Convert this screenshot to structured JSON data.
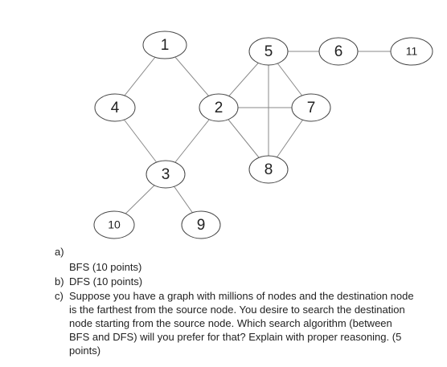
{
  "graph": {
    "nodes": [
      {
        "id": "1",
        "label": "1"
      },
      {
        "id": "4",
        "label": "4"
      },
      {
        "id": "2",
        "label": "2"
      },
      {
        "id": "3",
        "label": "3"
      },
      {
        "id": "10",
        "label": "10"
      },
      {
        "id": "9",
        "label": "9"
      },
      {
        "id": "5",
        "label": "5"
      },
      {
        "id": "6",
        "label": "6"
      },
      {
        "id": "11",
        "label": "11"
      },
      {
        "id": "7",
        "label": "7"
      },
      {
        "id": "8",
        "label": "8"
      }
    ],
    "edges": [
      [
        "1",
        "4"
      ],
      [
        "1",
        "2"
      ],
      [
        "4",
        "3"
      ],
      [
        "2",
        "3"
      ],
      [
        "3",
        "10"
      ],
      [
        "3",
        "9"
      ],
      [
        "2",
        "5"
      ],
      [
        "2",
        "7"
      ],
      [
        "2",
        "8"
      ],
      [
        "5",
        "7"
      ],
      [
        "5",
        "8"
      ],
      [
        "7",
        "8"
      ],
      [
        "5",
        "6"
      ],
      [
        "6",
        "11"
      ]
    ],
    "colors": {
      "stroke": "#888888",
      "node_fill": "#ffffff",
      "text": "#222222"
    }
  },
  "questions": [
    {
      "label": "a)",
      "text": "BFS (10 points)"
    },
    {
      "label": "b)",
      "text": "DFS (10 points)"
    },
    {
      "label": "c)",
      "text": "Suppose you have a graph with millions of nodes and the destination node is the farthest from the source node. You desire to search the destination node starting from the source node. Which search algorithm (between BFS and DFS) will you prefer for that? Explain with proper reasoning. (5 points)"
    }
  ]
}
